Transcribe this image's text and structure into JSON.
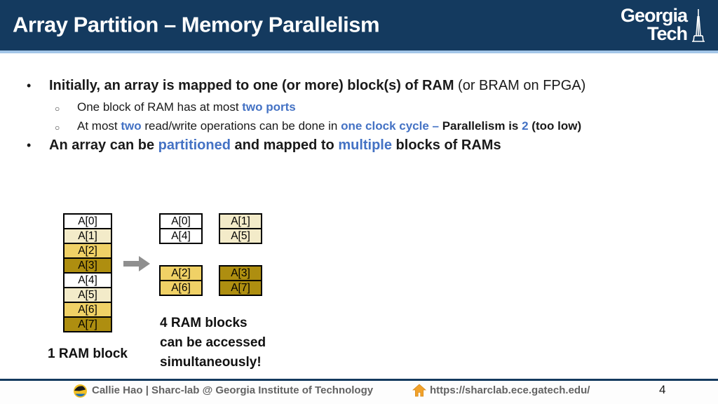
{
  "slide": {
    "title": "Array Partition – Memory Parallelism",
    "page_number": "4"
  },
  "logo": {
    "line1": "Georgia",
    "line2": "Tech",
    "tower_icon": "gt-tower-icon"
  },
  "content": {
    "bullet_marker": "•",
    "sub_marker": "○",
    "bullet1": {
      "bold": "Initially, an array is mapped to one (or more) block(s) of RAM",
      "regular": " (or BRAM on FPGA)"
    },
    "sub1": {
      "t1": "One block of RAM has at most ",
      "t2": "two ports"
    },
    "sub2": {
      "t1": "At most ",
      "t2": "two",
      "t3": " read/write operations can be done in ",
      "t4": "one clock cycle – ",
      "t5": "Parallelism is ",
      "t6": "2",
      "t7": " (too low)"
    },
    "bullet2": {
      "t1": "An array can be ",
      "t2": "partitioned",
      "t3": " and mapped to ",
      "t4": "multiple",
      "t5": " blocks of RAMs"
    }
  },
  "diagram": {
    "array_cells": [
      {
        "label": "A[0]",
        "color": "white"
      },
      {
        "label": "A[1]",
        "color": "cream"
      },
      {
        "label": "A[2]",
        "color": "yellow"
      },
      {
        "label": "A[3]",
        "color": "gold"
      },
      {
        "label": "A[4]",
        "color": "white"
      },
      {
        "label": "A[5]",
        "color": "cream"
      },
      {
        "label": "A[6]",
        "color": "yellow"
      },
      {
        "label": "A[7]",
        "color": "gold"
      }
    ],
    "arrow_icon": "arrow-right-icon",
    "blocks": [
      {
        "color": "white",
        "cells": [
          "A[0]",
          "A[4]"
        ]
      },
      {
        "color": "cream",
        "cells": [
          "A[1]",
          "A[5]"
        ]
      },
      {
        "color": "yellow",
        "cells": [
          "A[2]",
          "A[6]"
        ]
      },
      {
        "color": "gold",
        "cells": [
          "A[3]",
          "A[7]"
        ]
      }
    ],
    "left_label": "1 RAM block",
    "right_label_line1": "4 RAM blocks",
    "right_label_line2": "can be accessed",
    "right_label_line3": "simultaneously!",
    "colors": {
      "white": "#FFFFFF",
      "cream": "#F3EBC9",
      "yellow": "#F0D166",
      "gold": "#AE8E10",
      "arrow_gray": "#8F8F8F"
    }
  },
  "footer": {
    "author": "Callie Hao | Sharc-lab @ Georgia Institute of Technology",
    "url": "https://sharclab.ece.gatech.edu/",
    "logo_icon": "sharclab-logo-icon",
    "home_icon": "home-icon"
  },
  "theme": {
    "header_bg": "#143A5F",
    "header_underline": "#A3C6E8",
    "accent_blue": "#4472C4",
    "footer_text": "#636363"
  }
}
